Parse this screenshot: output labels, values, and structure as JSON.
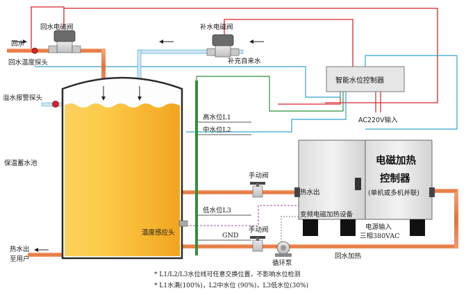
{
  "labels": {
    "return_water": "回水",
    "return_valve": "回水电磁阀",
    "return_temp_probe": "回水温度探头",
    "makeup_valve": "补水电磁阀",
    "makeup_tap_water": "补充自来水",
    "overflow_probe": "溢水报警探头",
    "insulated_tank": "保温蓄水池",
    "high_level": "高水位L1",
    "mid_level": "中水位L2",
    "low_level": "低水位L3",
    "gnd": "GND",
    "temp_sensor": "温度感应头",
    "hot_water_out_user_1": "热水出",
    "hot_water_out_user_2": "至用户",
    "smart_controller": "智能水位控制器",
    "ac220": "AC220V输入",
    "manual_valve_top": "手动阀",
    "manual_valve_bottom": "手动阀",
    "hot_water_out": "热水出",
    "induction_controller_line1": "电磁加热",
    "induction_controller_line2": "控制器",
    "induction_controller_line3": "(单机或多机并联)",
    "induction_device": "变频电磁加热设备",
    "power_input": "电源输入",
    "three_phase": "三相380VAC",
    "circulation_pump": "循环泵",
    "return_heating": "回水加热"
  },
  "notes": [
    "* L1/L2/L3水位线可任意交换位置，不影响水位检测",
    "* L1水满(100%)，L2中水位 (90%)，L3低水位(30%)"
  ],
  "colors": {
    "pipe": "#e8804a",
    "red_wire": "#d6232a",
    "blue_wire": "#2fa3cf",
    "green_wire": "#2f8f3a",
    "purple_wire": "#a04aa8",
    "water": "#f7b530",
    "tank_border": "#2a2a2a"
  }
}
